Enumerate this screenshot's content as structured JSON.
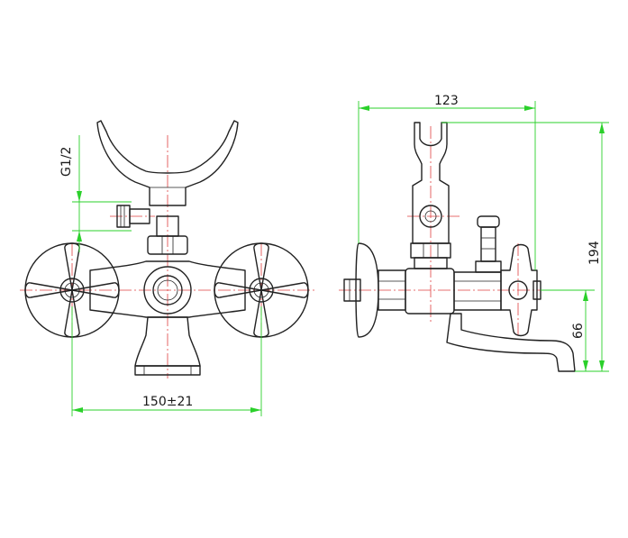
{
  "dimensions": {
    "width_front": "150±21",
    "width_side": "123",
    "height_total": "194",
    "height_outlet": "66",
    "thread": "G1/2"
  },
  "colors": {
    "outline": "#222222",
    "centerline": "#e04040",
    "dimension": "#2bd02b",
    "text": "#1a1a1a"
  }
}
